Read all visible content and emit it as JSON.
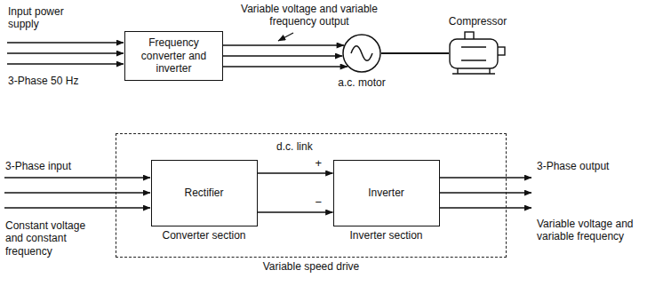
{
  "diagram": {
    "nodes": [
      {
        "text": [
          "Frequency converter and inverter"
        ]
      },
      {
        "text": [
          "a.c. motor"
        ]
      },
      {
        "text": [
          "Compressor"
        ]
      },
      {
        "text": [
          "Variable speed drive"
        ]
      },
      {
        "text": [
          "Rectifier",
          "Converter section"
        ],
        "in": 3
      },
      {
        "text": [
          "Inverter",
          "Inverter section"
        ],
        "in": 3
      }
    ],
    "edges": [
      {
        "from": 0,
        "to": 1,
        "arrow": "to"
      },
      {
        "from": 0,
        "to": 1,
        "arrow": "to"
      },
      {
        "from": 0,
        "to": 1,
        "arrow": "to"
      },
      {
        "from": 1,
        "to": 2,
        "arrow": "none"
      },
      {
        "from": 4,
        "to": 5,
        "label": "+",
        "arrow": "to"
      },
      {
        "from": 4,
        "to": 5,
        "label": "−",
        "arrow": "to"
      }
    ],
    "labels": [
      "Input power supply",
      "3-Phase 50 Hz",
      "Variable voltage and variable frequency output",
      "3-Phase input",
      "Constant voltage and constant frequency",
      "d.c. link",
      "3-Phase output",
      "Variable voltage and variable frequency"
    ]
  }
}
